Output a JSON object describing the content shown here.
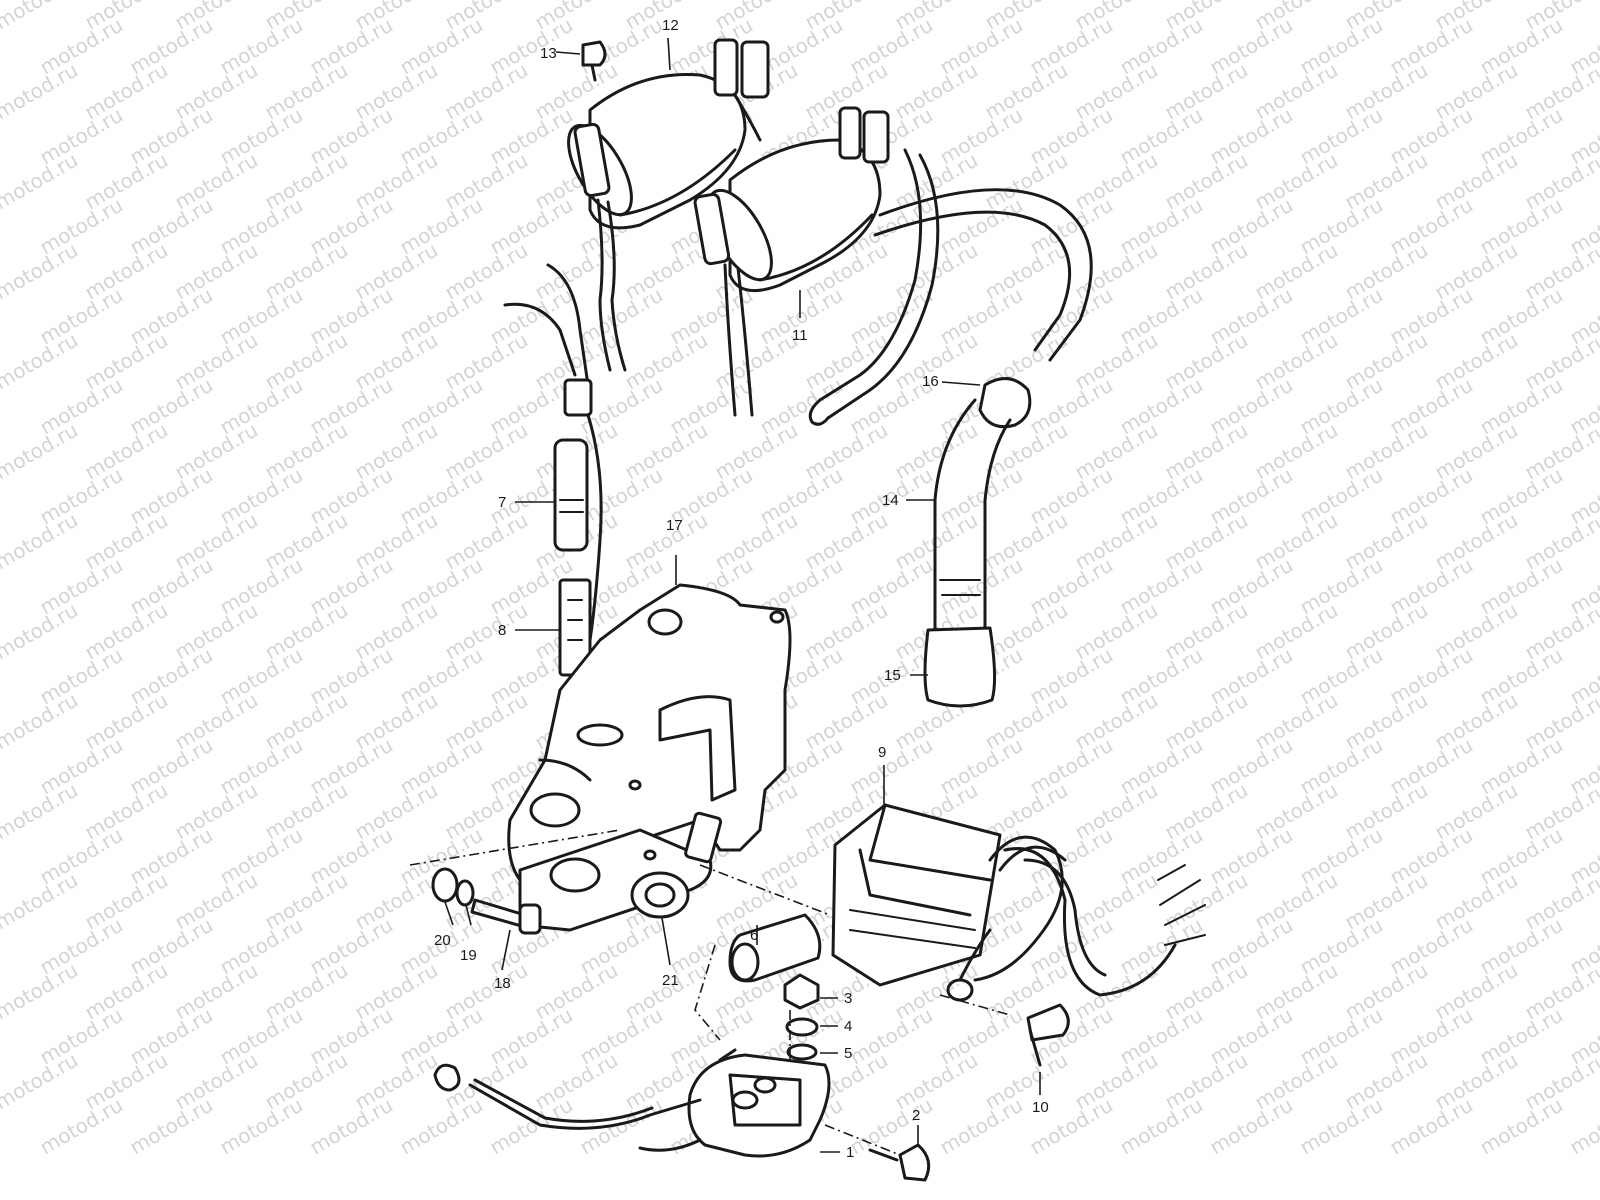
{
  "watermark": {
    "text": "motod.ru",
    "color": "#d4d4d4"
  },
  "line_color": "#1a1a1a",
  "callouts": [
    {
      "id": "1",
      "label": "1"
    },
    {
      "id": "2",
      "label": "2"
    },
    {
      "id": "3",
      "label": "3"
    },
    {
      "id": "4",
      "label": "4"
    },
    {
      "id": "5",
      "label": "5"
    },
    {
      "id": "6",
      "label": "6"
    },
    {
      "id": "7",
      "label": "7"
    },
    {
      "id": "8",
      "label": "8"
    },
    {
      "id": "9",
      "label": "9"
    },
    {
      "id": "10",
      "label": "10"
    },
    {
      "id": "11",
      "label": "11"
    },
    {
      "id": "12",
      "label": "12"
    },
    {
      "id": "13",
      "label": "13"
    },
    {
      "id": "14",
      "label": "14"
    },
    {
      "id": "15",
      "label": "15"
    },
    {
      "id": "16",
      "label": "16"
    },
    {
      "id": "17",
      "label": "17"
    },
    {
      "id": "18",
      "label": "18"
    },
    {
      "id": "19",
      "label": "19"
    },
    {
      "id": "20",
      "label": "20"
    },
    {
      "id": "21",
      "label": "21"
    }
  ]
}
